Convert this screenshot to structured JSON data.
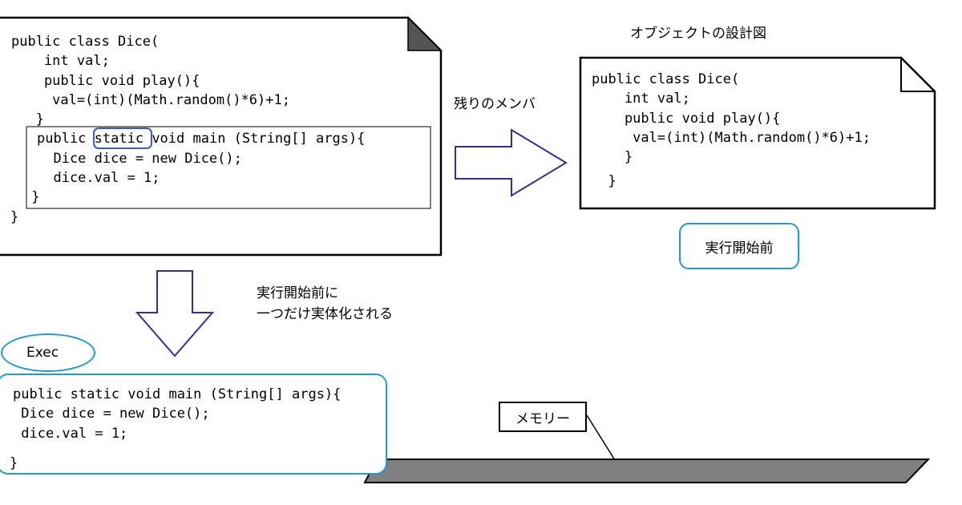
{
  "source_class": {
    "lines": [
      "public class Dice(",
      "    int val;",
      "    public void play(){",
      "     val=(int)(Math.random()*6)+1;",
      "   }",
      "public ",
      "static",
      " void main (String[] args){",
      "  Dice dice = new Dice();",
      "  dice.val = 1;",
      " }",
      "}"
    ]
  },
  "design_label": "オブジェクトの設計図",
  "design_class": {
    "lines": [
      "public class Dice(",
      "    int val;",
      "    public void play(){",
      "     val=(int)(Math.random()*6)+1;",
      "    }",
      "  }"
    ]
  },
  "remaining_members_label": "残りのメンバ",
  "before_exec_badge": "実行開始前",
  "instantiate_note": [
    "実行開始前に",
    "一つだけ実体化される"
  ],
  "exec_badge": "Exec",
  "exec_code": {
    "lines": [
      "public static void main (String[] args){",
      " Dice dice = new Dice();",
      " dice.val = 1;",
      "",
      "}"
    ]
  },
  "memory_label": "メモリー",
  "colors": {
    "arrow": "#2e3192",
    "highlight": "#3b5bbd",
    "badge_border": "#1f9bd1",
    "memory_bar": "#808080"
  }
}
